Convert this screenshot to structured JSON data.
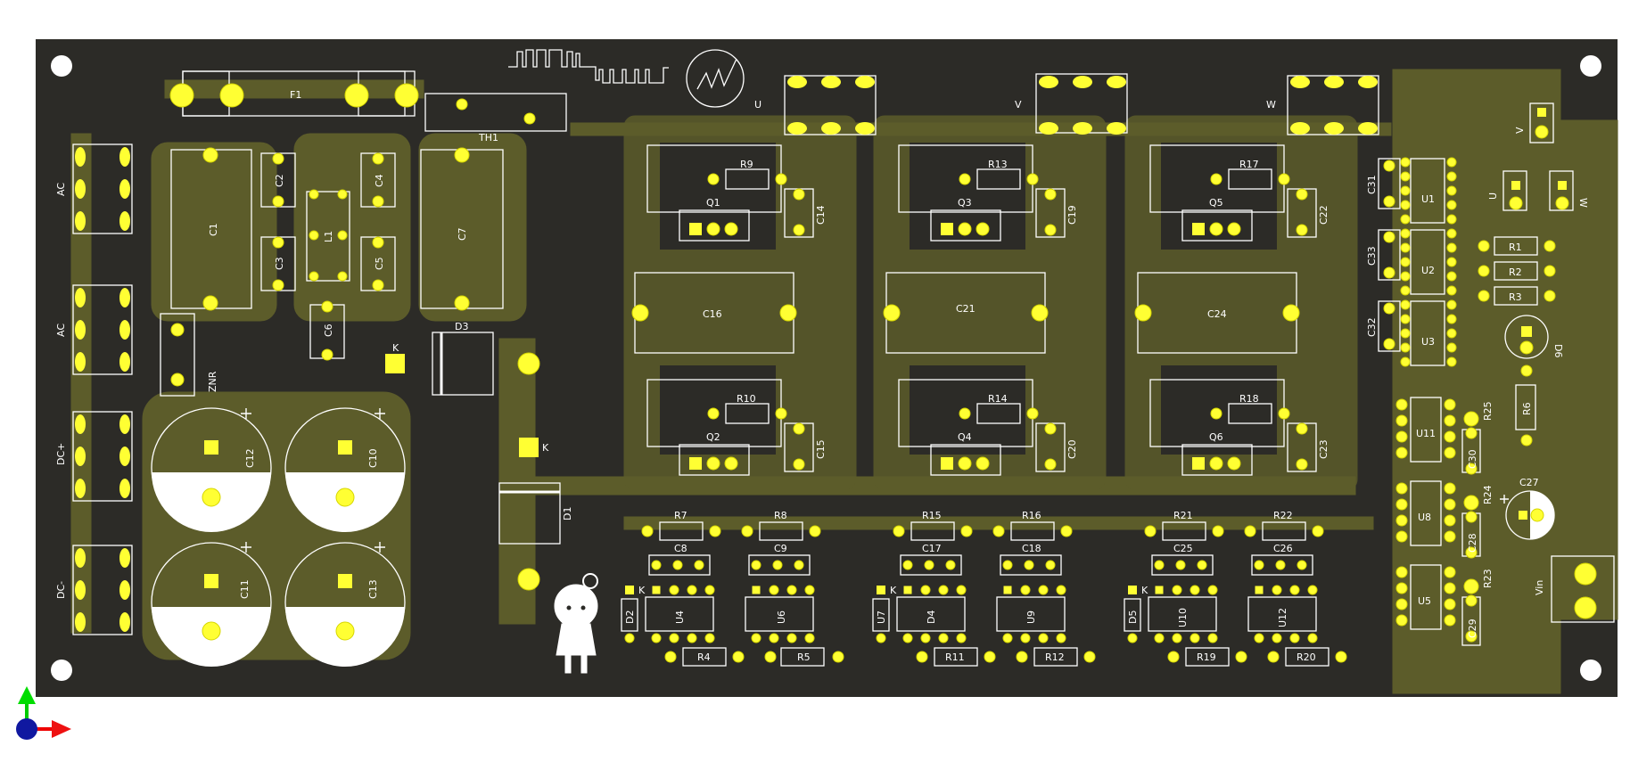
{
  "board": {
    "colors": {
      "background": "#ffffff",
      "board": "#2c2b27",
      "copper": "#5c5c2a",
      "pad": "#ffff33",
      "pad_border": "#c8c800",
      "silk": "#ffffff"
    }
  },
  "labels": {
    "F1": "F1",
    "TH1": "TH1",
    "U": "U",
    "V": "V",
    "W": "W",
    "AC": "AC",
    "DC+": "DC+",
    "DC-": "DC-",
    "C1": "C1",
    "C2": "C2",
    "C3": "C3",
    "C4": "C4",
    "C5": "C5",
    "C6": "C6",
    "C7": "C7",
    "L1": "L1",
    "ZNR": "ZNR",
    "D3": "D3",
    "K": "K",
    "D1": "D1",
    "C10": "C10",
    "C11": "C11",
    "C12": "C12",
    "C13": "C13",
    "R9": "R9",
    "R13": "R13",
    "R17": "R17",
    "Q1": "Q1",
    "Q2": "Q2",
    "Q3": "Q3",
    "Q4": "Q4",
    "Q5": "Q5",
    "Q6": "Q6",
    "C14": "C14",
    "C15": "C15",
    "C16": "C16",
    "C19": "C19",
    "C20": "C20",
    "C21": "C21",
    "C22": "C22",
    "C23": "C23",
    "C24": "C24",
    "R10": "R10",
    "R14": "R14",
    "R18": "R18",
    "R7": "R7",
    "R8": "R8",
    "R15": "R15",
    "R16": "R16",
    "R21": "R21",
    "R22": "R22",
    "C8": "C8",
    "C9": "C9",
    "C17": "C17",
    "C18": "C18",
    "C25": "C25",
    "C26": "C26",
    "D2": "D2",
    "D4": "D4",
    "D5": "D5",
    "U4": "U4",
    "U6": "U6",
    "U7": "U7",
    "U9": "U9",
    "U10": "U10",
    "U12": "U12",
    "R4": "R4",
    "R5": "R5",
    "R11": "R11",
    "R12": "R12",
    "R19": "R19",
    "R20": "R20",
    "C31": "C31",
    "C32": "C32",
    "C33": "C33",
    "U1": "U1",
    "U2": "U2",
    "U3": "U3",
    "U5": "U5",
    "U8": "U8",
    "U11": "U11",
    "R1": "R1",
    "R2": "R2",
    "R3": "R3",
    "R6": "R6",
    "D6": "D6",
    "R23": "R23",
    "R24": "R24",
    "R25": "R25",
    "C27": "C27",
    "C28": "C28",
    "C29": "C29",
    "C30": "C30",
    "Vin": "Vin"
  }
}
